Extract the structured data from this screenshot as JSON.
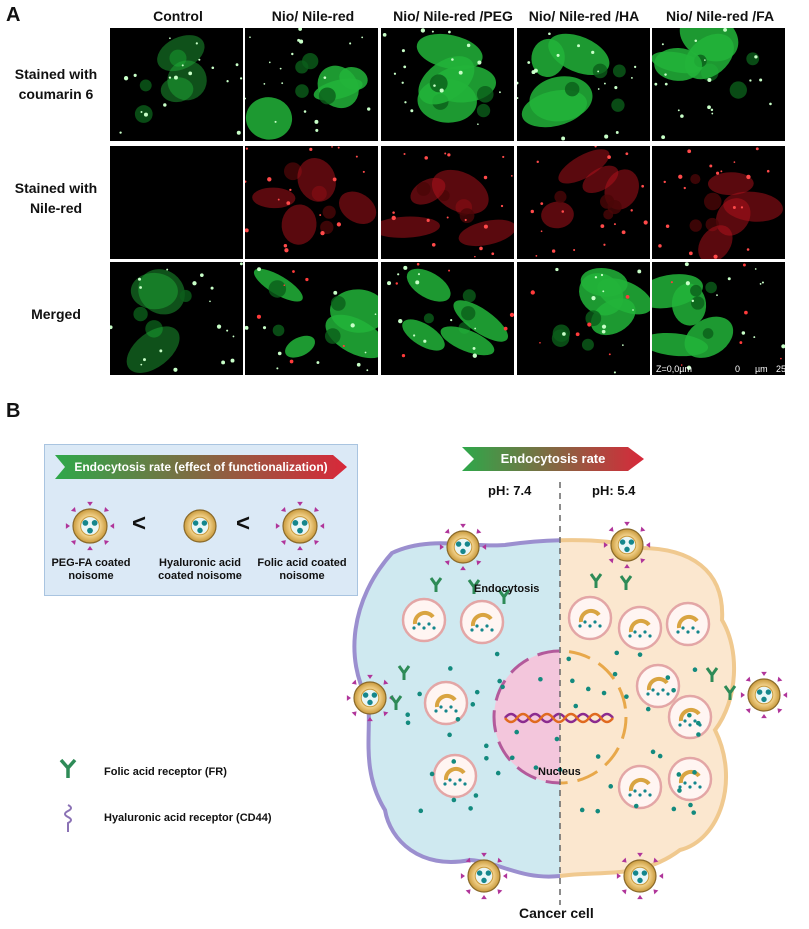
{
  "panelA": {
    "letter": "A",
    "columns": [
      "Control",
      "Nio/ Nile-red",
      "Nio/ Nile-red /PEG",
      "Nio/ Nile-red /HA",
      "Nio/ Nile-red /FA"
    ],
    "rows": [
      {
        "l1": "Stained with",
        "l2": "coumarin 6"
      },
      {
        "l1": "Stained with",
        "l2": "Nile-red"
      },
      {
        "l1": "Merged",
        "l2": ""
      }
    ],
    "scale": {
      "z": "Z=0,0µm",
      "zero": "0",
      "unit": "µm",
      "max": "25"
    }
  },
  "panelB": {
    "letter": "B",
    "legend_title": "Endocytosis rate (effect of functionalization)",
    "noisomes": [
      {
        "l1": "PEG-FA coated",
        "l2": "noisome"
      },
      {
        "l1": "Hyaluronic acid",
        "l2": "coated noisome"
      },
      {
        "l1": "Folic acid coated",
        "l2": "noisome"
      }
    ],
    "less_than": "<",
    "rate_title": "Endocytosis rate",
    "ph_left": "pH: 7.4",
    "ph_right": "pH: 5.4",
    "endocytosis": "Endocytosis",
    "nucleus": "Nucleus",
    "cancer_cell": "Cancer cell",
    "receptors": {
      "fr": "Folic acid receptor (FR)",
      "cd44": "Hyaluronic acid receptor (CD44)"
    }
  },
  "colors": {
    "green": "#2ea84a",
    "red": "#d8283a",
    "cell_left": "#cfe9f0",
    "cell_right": "#fbe7cf",
    "nucleus": "#f3c6dc"
  }
}
